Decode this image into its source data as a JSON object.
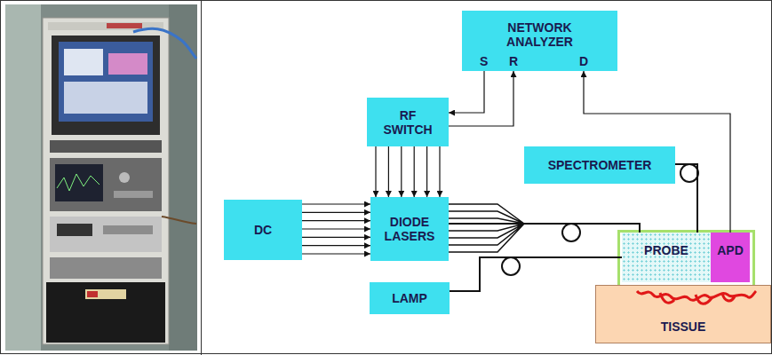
{
  "diagram": {
    "nodes": [
      {
        "text": [
          "NETWORK ANALYZER",
          "S",
          "R",
          "D"
        ]
      },
      {
        "text": [
          "RF SWITCH"
        ]
      },
      {
        "text": [
          "SPECTROMETER"
        ]
      },
      {
        "text": [
          "DC"
        ]
      },
      {
        "text": [
          "DIODE LASERS"
        ]
      },
      {
        "text": [
          "LAMP"
        ]
      },
      {
        "text": [
          "PROBE"
        ]
      },
      {
        "text": [
          "APD"
        ]
      },
      {
        "text": [
          "TISSUE"
        ]
      }
    ],
    "edges": [
      {
        "from": 0,
        "to": 1,
        "arrow": "to"
      },
      {
        "from": 1,
        "to": 0,
        "arrow": "to"
      },
      {
        "from": 1,
        "to": 4,
        "arrow": "to"
      },
      {
        "from": 1,
        "to": 4,
        "arrow": "to"
      },
      {
        "from": 1,
        "to": 4,
        "arrow": "to"
      },
      {
        "from": 1,
        "to": 4,
        "arrow": "to"
      },
      {
        "from": 1,
        "to": 4,
        "arrow": "to"
      },
      {
        "from": 1,
        "to": 4,
        "arrow": "to"
      },
      {
        "from": 3,
        "to": 4,
        "arrow": "to"
      },
      {
        "from": 3,
        "to": 4,
        "arrow": "to"
      },
      {
        "from": 3,
        "to": 4,
        "arrow": "to"
      },
      {
        "from": 3,
        "to": 4,
        "arrow": "to"
      },
      {
        "from": 3,
        "to": 4,
        "arrow": "to"
      },
      {
        "from": 3,
        "to": 4,
        "arrow": "to"
      },
      {
        "from": 3,
        "to": 4,
        "arrow": "to"
      },
      {
        "from": 4,
        "to": 6,
        "arrow": "none"
      },
      {
        "from": 5,
        "to": 6,
        "arrow": "none"
      },
      {
        "from": 2,
        "to": 6,
        "arrow": "none"
      },
      {
        "from": 7,
        "to": 0,
        "arrow": "to"
      }
    ]
  }
}
